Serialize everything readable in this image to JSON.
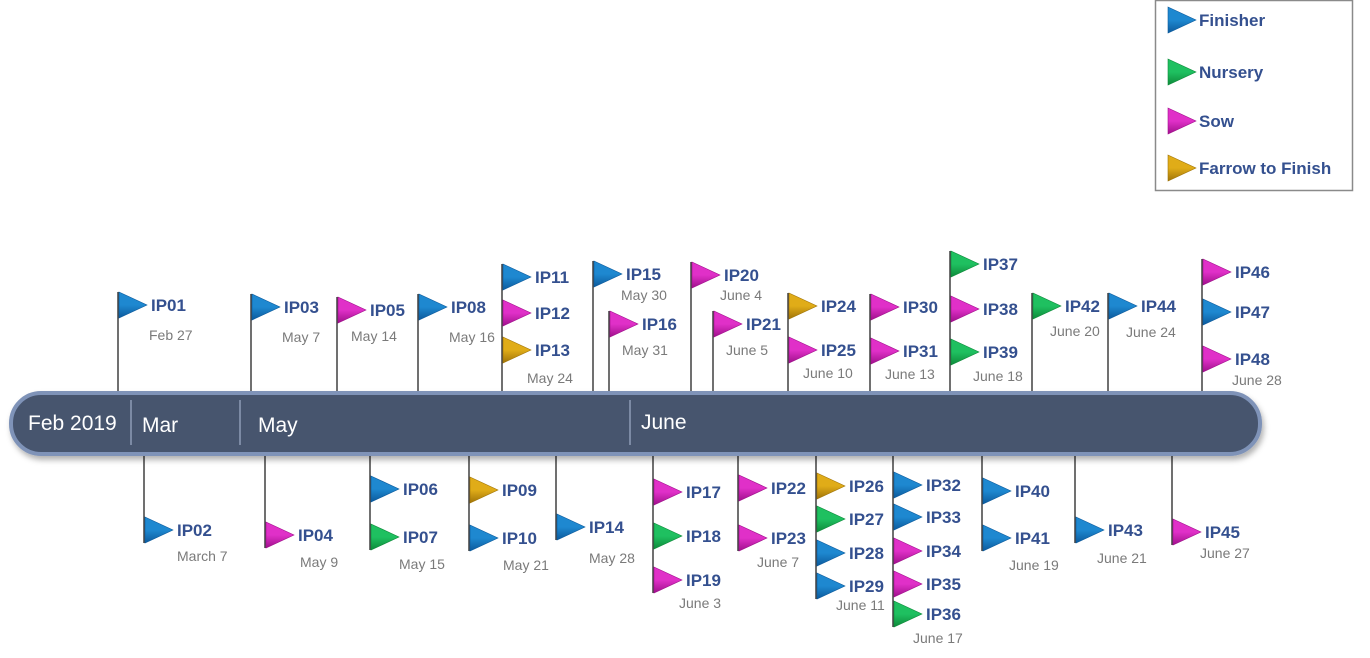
{
  "types": {
    "finisher": {
      "label": "Finisher",
      "color": "#1e88d0",
      "dark": "#0c5a9c"
    },
    "nursery": {
      "label": "Nursery",
      "color": "#1fc060",
      "dark": "#0e8a3a"
    },
    "sow": {
      "label": "Sow",
      "color": "#e030c8",
      "dark": "#a0108c"
    },
    "farrow": {
      "label": "Farrow to Finish",
      "color": "#e0ac18",
      "dark": "#a07408"
    }
  },
  "legend": [
    "finisher",
    "nursery",
    "sow",
    "farrow"
  ],
  "timeline": {
    "months": [
      "Feb 2019",
      "Mar",
      "May",
      "June"
    ],
    "bar_color": "#46546e",
    "border_color": "#7f93b8"
  },
  "top_groups": [
    {
      "date": "Feb 27",
      "flags": [
        {
          "id": "IP01",
          "type": "finisher"
        }
      ]
    },
    {
      "date": "May 7",
      "flags": [
        {
          "id": "IP03",
          "type": "finisher"
        }
      ]
    },
    {
      "date": "May 14",
      "flags": [
        {
          "id": "IP05",
          "type": "sow"
        }
      ]
    },
    {
      "date": "May 16",
      "flags": [
        {
          "id": "IP08",
          "type": "finisher"
        }
      ]
    },
    {
      "date": "May 24",
      "flags": [
        {
          "id": "IP11",
          "type": "finisher"
        },
        {
          "id": "IP12",
          "type": "sow"
        },
        {
          "id": "IP13",
          "type": "farrow"
        }
      ]
    },
    {
      "date": "May 30",
      "flags": [
        {
          "id": "IP15",
          "type": "finisher"
        }
      ]
    },
    {
      "date": "May 31",
      "flags": [
        {
          "id": "IP16",
          "type": "sow"
        }
      ]
    },
    {
      "date": "June 4",
      "flags": [
        {
          "id": "IP20",
          "type": "sow"
        }
      ]
    },
    {
      "date": "June 5",
      "flags": [
        {
          "id": "IP21",
          "type": "sow"
        }
      ]
    },
    {
      "date": "June 10",
      "flags": [
        {
          "id": "IP24",
          "type": "farrow"
        },
        {
          "id": "IP25",
          "type": "sow"
        }
      ]
    },
    {
      "date": "June 13",
      "flags": [
        {
          "id": "IP30",
          "type": "sow"
        },
        {
          "id": "IP31",
          "type": "sow"
        }
      ]
    },
    {
      "date": "June 18",
      "flags": [
        {
          "id": "IP37",
          "type": "nursery"
        },
        {
          "id": "IP38",
          "type": "sow"
        },
        {
          "id": "IP39",
          "type": "nursery"
        }
      ]
    },
    {
      "date": "June 20",
      "flags": [
        {
          "id": "IP42",
          "type": "nursery"
        }
      ]
    },
    {
      "date": "June 24",
      "flags": [
        {
          "id": "IP44",
          "type": "finisher"
        }
      ]
    },
    {
      "date": "June 28",
      "flags": [
        {
          "id": "IP46",
          "type": "sow"
        },
        {
          "id": "IP47",
          "type": "finisher"
        },
        {
          "id": "IP48",
          "type": "sow"
        }
      ]
    }
  ],
  "bottom_groups": [
    {
      "date": "March 7",
      "flags": [
        {
          "id": "IP02",
          "type": "finisher"
        }
      ]
    },
    {
      "date": "May 9",
      "flags": [
        {
          "id": "IP04",
          "type": "sow"
        }
      ]
    },
    {
      "date": "May 15",
      "flags": [
        {
          "id": "IP06",
          "type": "finisher"
        },
        {
          "id": "IP07",
          "type": "nursery"
        }
      ]
    },
    {
      "date": "May 21",
      "flags": [
        {
          "id": "IP09",
          "type": "farrow"
        },
        {
          "id": "IP10",
          "type": "finisher"
        }
      ]
    },
    {
      "date": "May 28",
      "flags": [
        {
          "id": "IP14",
          "type": "finisher"
        }
      ]
    },
    {
      "date": "June 3",
      "flags": [
        {
          "id": "IP17",
          "type": "sow"
        },
        {
          "id": "IP18",
          "type": "nursery"
        },
        {
          "id": "IP19",
          "type": "sow"
        }
      ]
    },
    {
      "date": "June 7",
      "flags": [
        {
          "id": "IP22",
          "type": "sow"
        },
        {
          "id": "IP23",
          "type": "sow"
        }
      ]
    },
    {
      "date": "June 11",
      "flags": [
        {
          "id": "IP26",
          "type": "farrow"
        },
        {
          "id": "IP27",
          "type": "nursery"
        },
        {
          "id": "IP28",
          "type": "finisher"
        },
        {
          "id": "IP29",
          "type": "finisher"
        }
      ]
    },
    {
      "date": "June 17",
      "flags": [
        {
          "id": "IP32",
          "type": "finisher"
        },
        {
          "id": "IP33",
          "type": "finisher"
        },
        {
          "id": "IP34",
          "type": "sow"
        },
        {
          "id": "IP35",
          "type": "sow"
        },
        {
          "id": "IP36",
          "type": "nursery"
        }
      ]
    },
    {
      "date": "June 19",
      "flags": [
        {
          "id": "IP40",
          "type": "finisher"
        },
        {
          "id": "IP41",
          "type": "finisher"
        }
      ]
    },
    {
      "date": "June 21",
      "flags": [
        {
          "id": "IP43",
          "type": "finisher"
        }
      ]
    },
    {
      "date": "June 27",
      "flags": [
        {
          "id": "IP45",
          "type": "sow"
        }
      ]
    }
  ]
}
